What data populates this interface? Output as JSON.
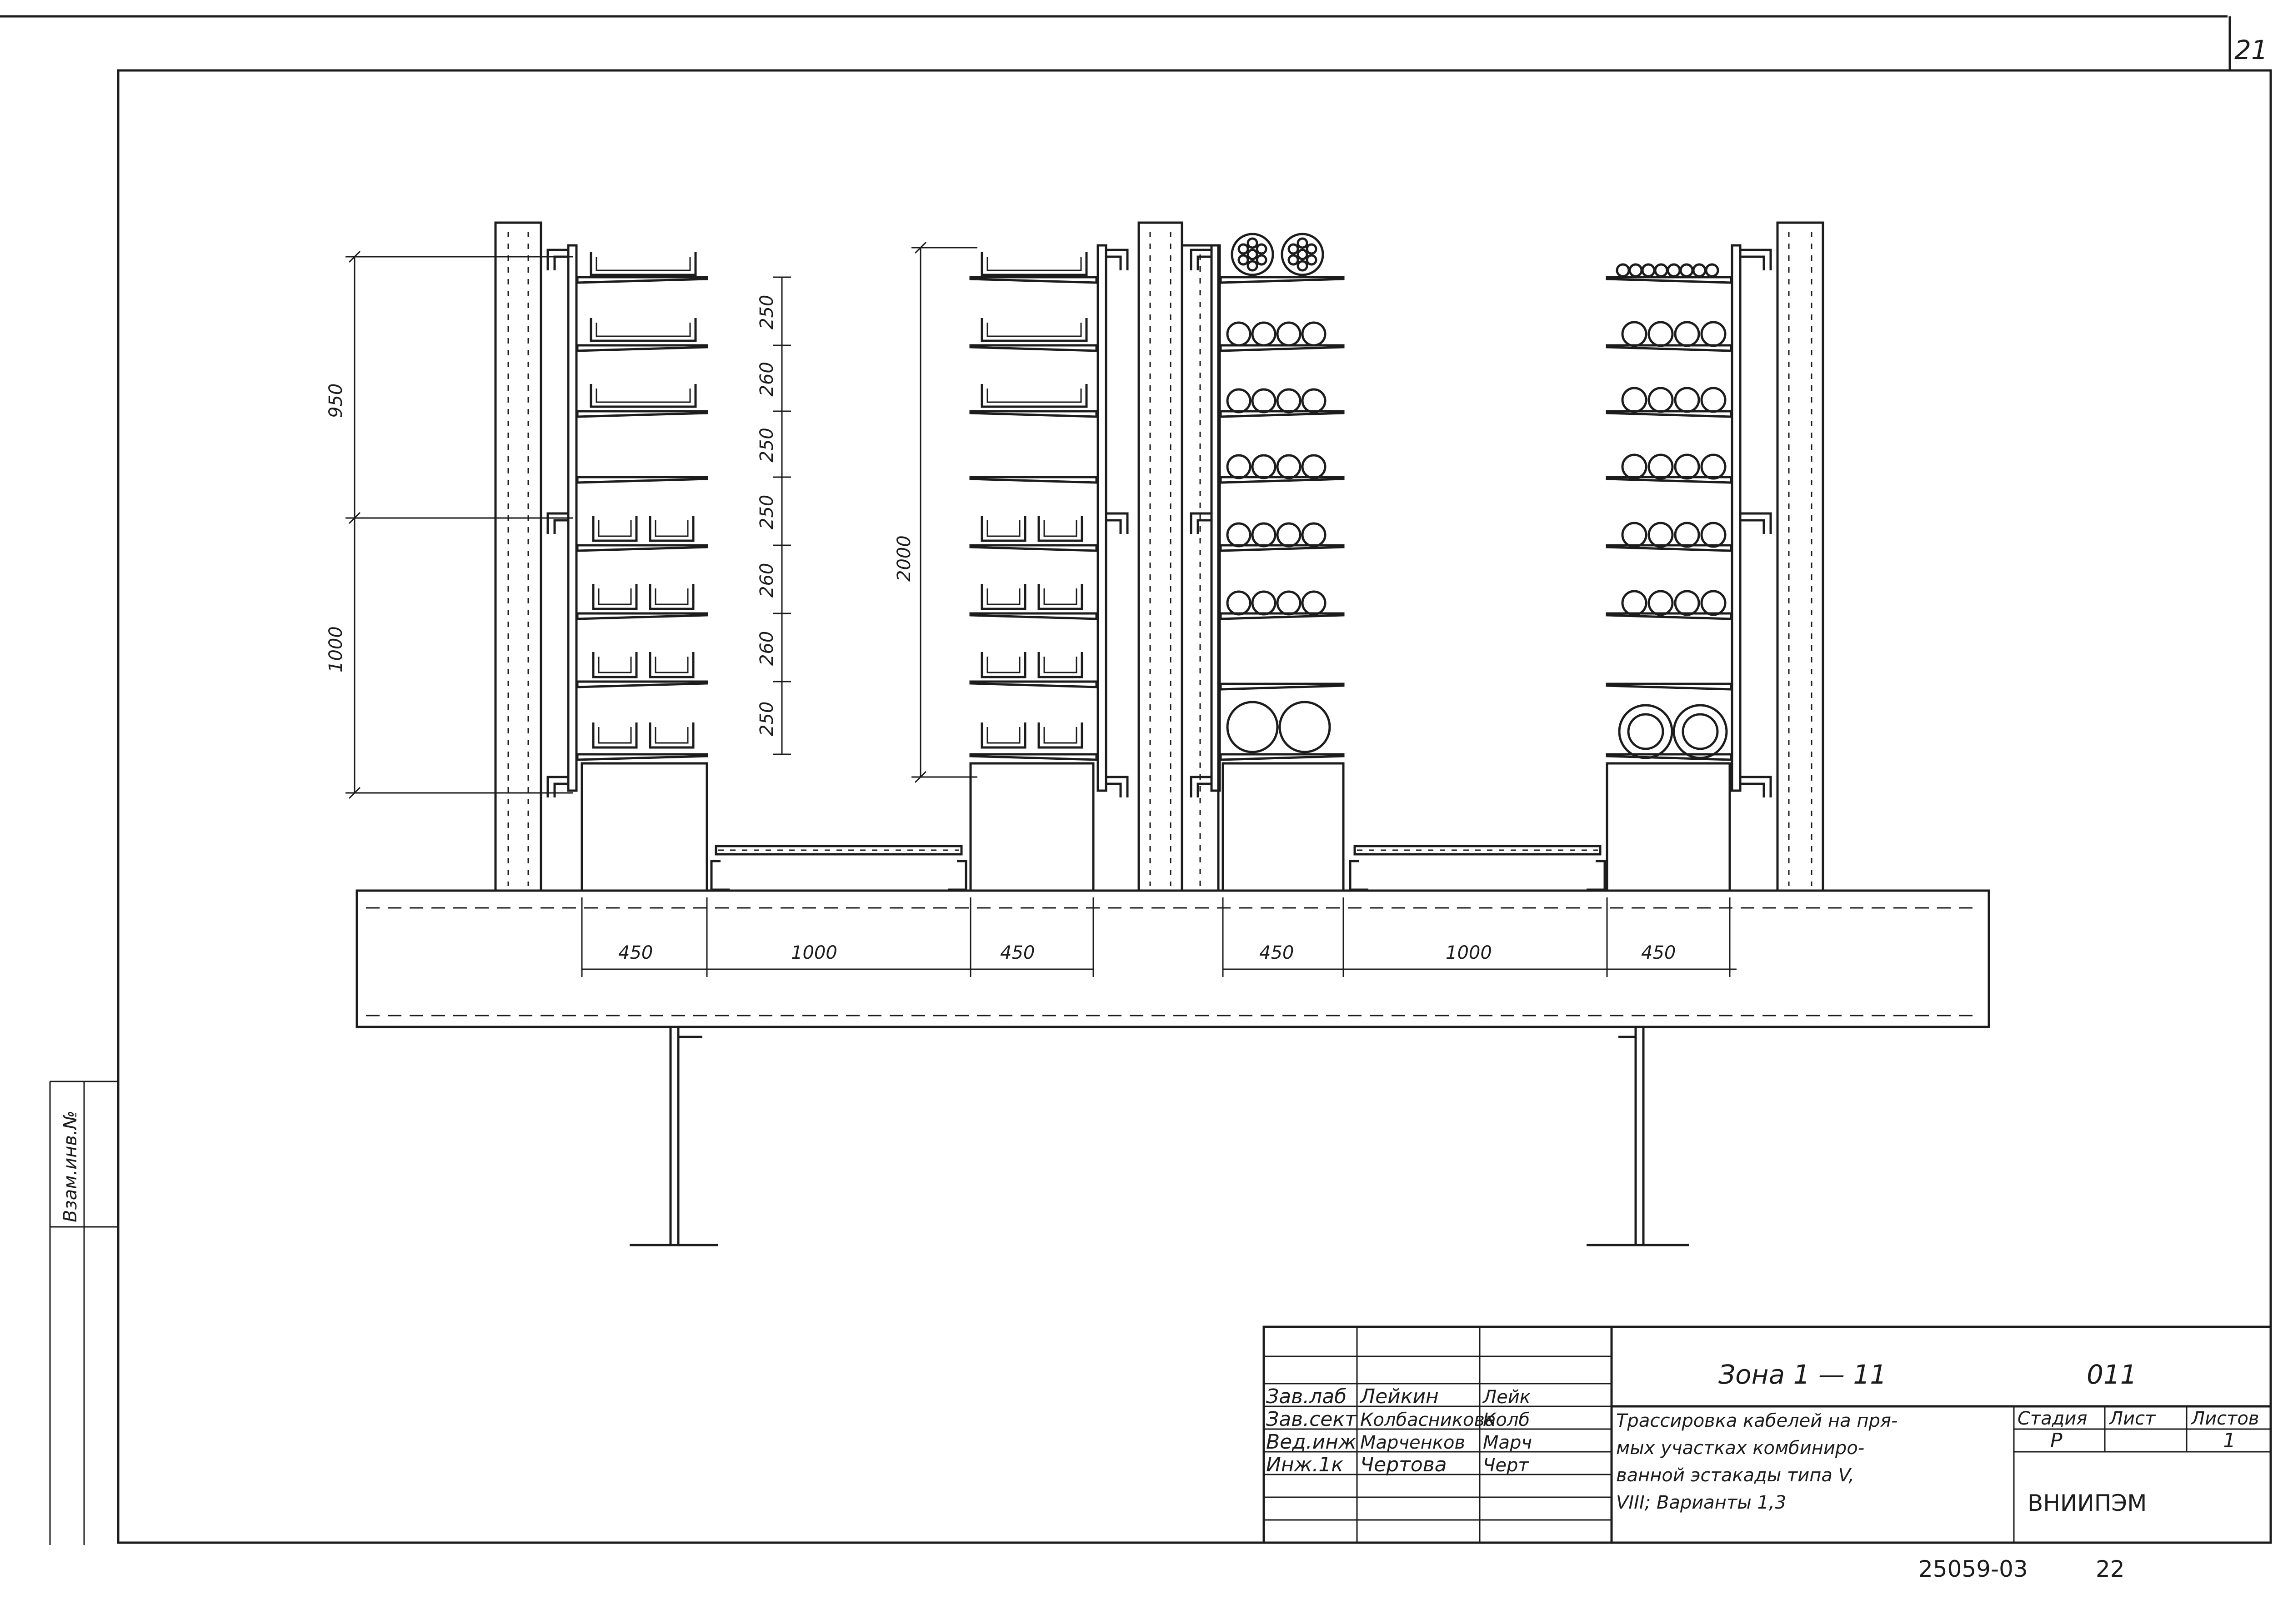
{
  "sheet": {
    "page_number": "21",
    "bottom_code": "25059-03",
    "bottom_page": "22",
    "left_margin_label": "Взам.инв.№"
  },
  "dimensions": {
    "vertical_left_total_top": "950",
    "vertical_left_total_bottom": "1000",
    "shelf_spacing": [
      "250",
      "260",
      "250",
      "250",
      "260",
      "260",
      "250"
    ],
    "vertical_center_total": "2000",
    "bottom_row": [
      "450",
      "1000",
      "450",
      "450",
      "1000",
      "450"
    ]
  },
  "title_block": {
    "doc_code": "Зона 1 — 11",
    "sheet_code": "011",
    "description_lines": [
      "Трассировка кабелей на пря-",
      "мых участках комбиниро-",
      "ванной эстакады типа V,",
      "VIII; Варианты 1,3"
    ],
    "headers": {
      "stage": "Стадия",
      "sheet": "Лист",
      "sheets": "Листов"
    },
    "values": {
      "stage": "Р",
      "sheet": "",
      "sheets": "1"
    },
    "organization": "ВНИИПЭМ",
    "staff": [
      {
        "role": "Зав.лаб",
        "name": "Лейкин",
        "sign": "Лейк"
      },
      {
        "role": "Зав.сект",
        "name": "Колбасникова",
        "sign": "Колб"
      },
      {
        "role": "Вед.инж",
        "name": "Марченков",
        "sign": "Марч"
      },
      {
        "role": "Инж.1к",
        "name": "Чертова",
        "sign": "Черт"
      }
    ]
  }
}
